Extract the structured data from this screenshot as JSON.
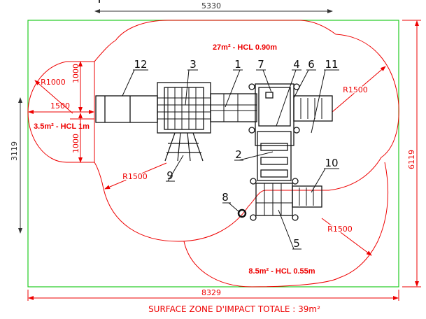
{
  "dimensions": {
    "top_width": "5330",
    "overall_width": "8329",
    "overall_height": "6119",
    "left_height": "3119",
    "left_zone_width": "1500",
    "left_zone_upper": "1000",
    "left_zone_lower": "1000"
  },
  "radii": {
    "left": "R1000",
    "top_right": "R1500",
    "mid_left": "R1500",
    "bottom_right": "R1500"
  },
  "zones": {
    "main": "27m² - HCL 0.90m",
    "left": "3.5m² - HCL 1m",
    "lower": "8.5m² - HCL 0.55m"
  },
  "part_labels": [
    "1",
    "2",
    "3",
    "4",
    "5",
    "6",
    "7",
    "8",
    "9",
    "10",
    "11",
    "12"
  ],
  "caption": "SURFACE ZONE D'IMPACT TOTALE : 39m²",
  "colors": {
    "impact_zone": "#ee0000",
    "boundary": "#22cc22",
    "equipment": "#111111"
  }
}
